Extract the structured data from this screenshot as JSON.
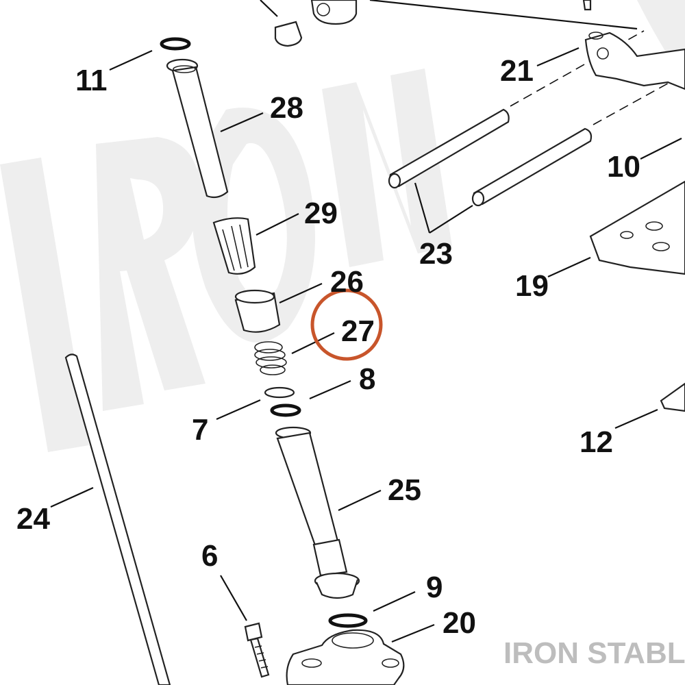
{
  "brand": {
    "text": "IRON STABLE",
    "color": "#bdbdbd"
  },
  "highlight": {
    "color": "#c8552b",
    "target_label": "27"
  },
  "callouts": [
    "11",
    "28",
    "29",
    "26",
    "27",
    "8",
    "7",
    "25",
    "24",
    "6",
    "9",
    "20",
    "21",
    "10",
    "23",
    "19",
    "12"
  ],
  "colors": {
    "line": "#222222",
    "label": "#111111",
    "watermark": "#eeeeee"
  }
}
